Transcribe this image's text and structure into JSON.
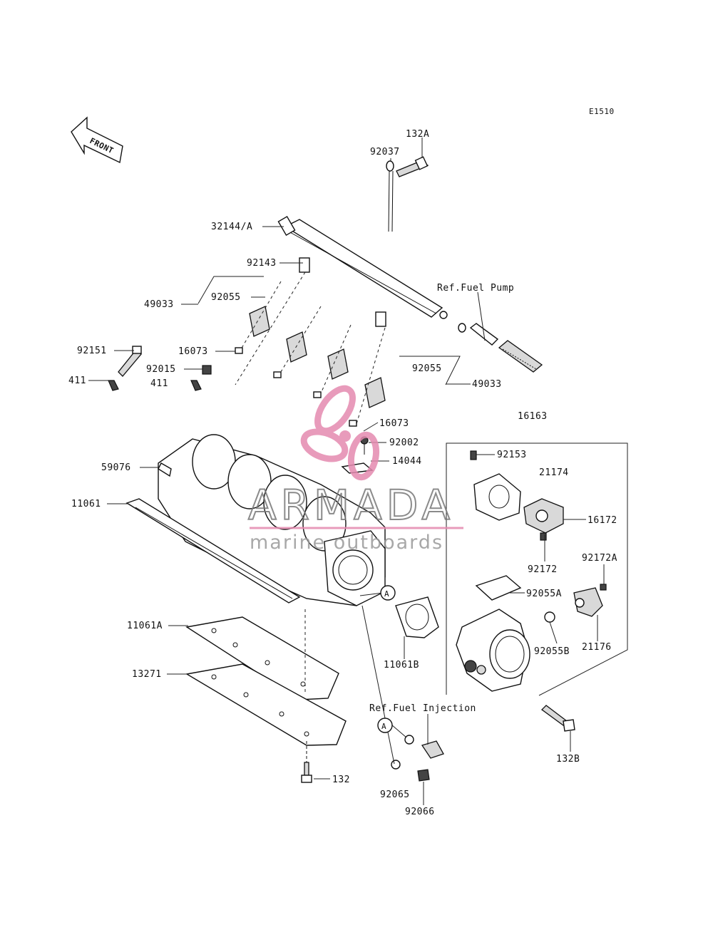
{
  "diagram": {
    "code": "E1510",
    "front_label": "FRONT",
    "refs": {
      "fuel_pump": "Ref.Fuel Pump",
      "fuel_injection": "Ref.Fuel Injection"
    },
    "circle_marker": "A",
    "parts": [
      "132A",
      "92037",
      "32144/A",
      "92143",
      "92055",
      "49033",
      "92151",
      "16073",
      "92015",
      "411",
      "411",
      "92055",
      "49033",
      "16073",
      "16163",
      "92002",
      "14044",
      "92153",
      "21174",
      "59076",
      "16172",
      "11061",
      "92172",
      "92172A",
      "92055A",
      "92055B",
      "21176",
      "11061A",
      "11061B",
      "13271",
      "132B",
      "132",
      "92065",
      "92066"
    ]
  },
  "watermark": {
    "brand": "ARMADA",
    "tagline": "marine outboards",
    "colors": {
      "logo": "#e58ab0",
      "text": "#9a9a9a"
    }
  }
}
